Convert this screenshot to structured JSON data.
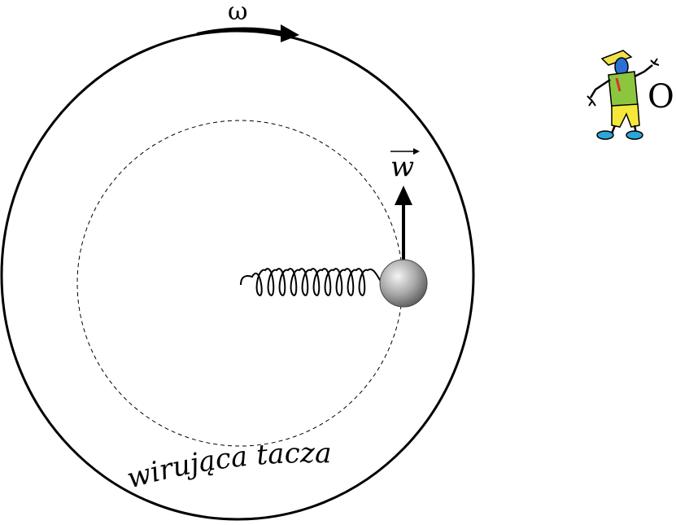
{
  "labels": {
    "omega": "ω",
    "velocity": "w",
    "observer": "O",
    "disk": "wirująca tacza"
  },
  "icons": {
    "observer_figure": "observer-figure-icon",
    "ball": "ball-icon",
    "spring": "spring-icon"
  },
  "colors": {
    "ink": "#000000",
    "ball_light": "#f2f2f2",
    "ball_dark": "#6e6e6e",
    "figure_hat": "#f2e04a",
    "figure_shirt": "#8cc63f",
    "figure_pants": "#f5e83a",
    "figure_shoes": "#2ba6d9",
    "figure_face": "#2b6fd6"
  }
}
